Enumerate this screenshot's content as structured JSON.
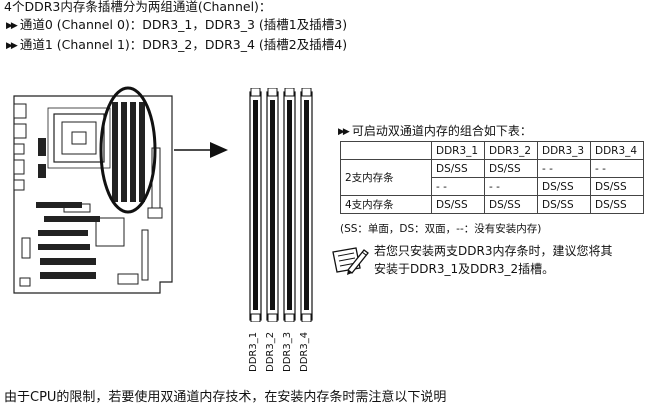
{
  "header": {
    "title": "4个DDR3内存条插槽分为两组通道(Channel)：",
    "channel0": "通道0 (Channel 0)：DDR3_1，DDR3_3 (插槽1及插槽3)",
    "channel1": "通道1 (Channel 1)：DDR3_2，DDR3_4 (插槽2及插槽4)"
  },
  "slots": [
    "DDR3_1",
    "DDR3_2",
    "DDR3_3",
    "DDR3_4"
  ],
  "table": {
    "title": "可启动双通道内存的组合如下表：",
    "columns": [
      "DDR3_1",
      "DDR3_2",
      "DDR3_3",
      "DDR3_4"
    ],
    "row_2_label": "2支内存条",
    "row_4_label": "4支内存条",
    "r1": [
      "DS/SS",
      "DS/SS",
      "- -",
      "- -"
    ],
    "r2": [
      "- -",
      "- -",
      "DS/SS",
      "DS/SS"
    ],
    "r3": [
      "DS/SS",
      "DS/SS",
      "DS/SS",
      "DS/SS"
    ],
    "legend": "(SS：单面，DS：双面，--：没有安装内存)"
  },
  "note": {
    "line1": "若您只安装两支DDR3内存条时，建议您将其",
    "line2": "安装于DDR3_1及DDR3_2插槽。"
  },
  "footer": {
    "partial_text": "由于CPU的限制，若要使用双通道内存技术，在安装内存条时需注意以下说明"
  }
}
